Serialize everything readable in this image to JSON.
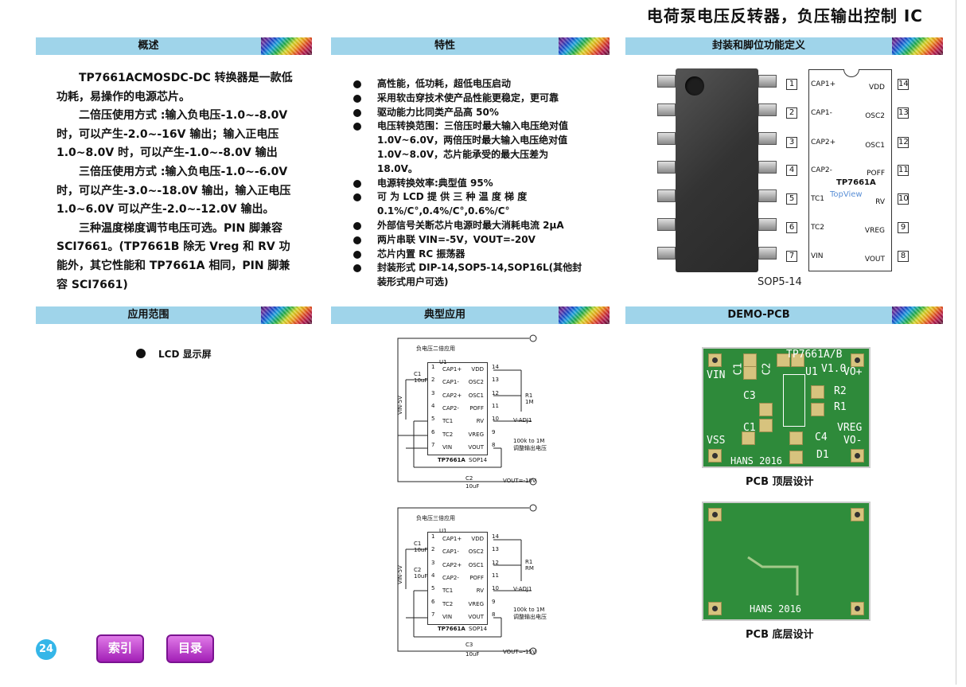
{
  "page": {
    "title": "电荷泵电压反转器，负压输出控制 IC",
    "page_number": "24"
  },
  "sections": {
    "overview": "概述",
    "features": "特性",
    "package": "封装和脚位功能定义",
    "application": "应用范围",
    "typical": "典型应用",
    "demo": "DEMO-PCB"
  },
  "overview": [
    "TP7661ACMOSDC-DC 转换器是一款低功耗，易操作的电源芯片。",
    "二倍压使用方式 :输入负电压-1.0~-8.0V 时，可以产生-2.0~-16V 输出；输入正电压 1.0~8.0V 时，可以产生-1.0~-8.0V 输出",
    "三倍压使用方式 :输入负电压-1.0~-6.0V 时，可以产生-3.0~-18.0V 输出，输入正电压 1.0~6.0V 可以产生-2.0~-12.0V 输出。",
    "三种温度梯度调节电压可选。PIN 脚兼容 SCI7661。(TP7661B 除无 Vreg 和 RV 功能外，其它性能和 TP7661A 相同，PIN 脚兼容 SCI7661)"
  ],
  "features": [
    "高性能，低功耗，超低电压启动",
    "采用软击穿技术使产品性能更稳定，更可靠",
    "驱动能力比同类产品高 50%",
    "电压转换范围：三倍压时最大输入电压绝对值 1.0V~6.0V，两倍压时最大输入电压绝对值 1.0V~8.0V，芯片能承受的最大压差为 18.0V。",
    "电源转换效率:典型值 95%",
    "可 为 LCD 提 供 三 种 温 度 梯 度 0.1%/C°,0.4%/C°,0.6%/C°",
    "外部信号关断芯片电源时最大消耗电流 2μA",
    "两片串联 VIN=-5V，VOUT=-20V",
    "芯片内置 RC 振荡器",
    "封装形式 DIP-14,SOP5-14,SOP16L(其他封装形式用户可选)"
  ],
  "pinout": {
    "chip_name": "TP7661A",
    "view": "TopView",
    "package": "SOP5-14",
    "left": [
      {
        "num": "1",
        "name": "CAP1+"
      },
      {
        "num": "2",
        "name": "CAP1-"
      },
      {
        "num": "3",
        "name": "CAP2+"
      },
      {
        "num": "4",
        "name": "CAP2-"
      },
      {
        "num": "5",
        "name": "TC1"
      },
      {
        "num": "6",
        "name": "TC2"
      },
      {
        "num": "7",
        "name": "VIN"
      }
    ],
    "right": [
      {
        "num": "14",
        "name": "VDD"
      },
      {
        "num": "13",
        "name": "OSC2"
      },
      {
        "num": "12",
        "name": "OSC1"
      },
      {
        "num": "11",
        "name": "POFF"
      },
      {
        "num": "10",
        "name": "RV"
      },
      {
        "num": "9",
        "name": "VREG"
      },
      {
        "num": "8",
        "name": "VOUT"
      }
    ]
  },
  "application": {
    "item": "LCD 显示屏"
  },
  "schematic1": {
    "title": "负电压二倍应用",
    "u": "U1",
    "vin": "VIN-5V",
    "chip": "TP7661A",
    "pkg": "SOP14",
    "c1": "C1",
    "c1v": "10uF",
    "c2": "C2",
    "c2v": "10uF",
    "r1": "R1",
    "r1v": "1M",
    "vadj": "V-ADJ1",
    "rnote": "100k to 1M",
    "rnote2": "调整输出电压",
    "vout": "VOUT=-10V",
    "left": [
      "CAP1+",
      "CAP1-",
      "CAP2+",
      "CAP2-",
      "TC1",
      "TC2",
      "VIN"
    ],
    "right": [
      "VDD",
      "OSC2",
      "OSC1",
      "POFF",
      "RV",
      "VREG",
      "VOUT"
    ],
    "lnum": [
      "1",
      "2",
      "3",
      "4",
      "5",
      "6",
      "7"
    ],
    "rnum": [
      "14",
      "13",
      "12",
      "11",
      "10",
      "9",
      "8"
    ]
  },
  "schematic2": {
    "title": "负电压三倍应用",
    "u": "U1",
    "vin": "VIN-5V",
    "chip": "TP7661A",
    "pkg": "SOP14",
    "c1": "C1",
    "c1v": "10uF",
    "c2": "C2",
    "c2v": "10uF",
    "c3": "C3",
    "c3v": "10uF",
    "r1": "R1",
    "r1v": "RM",
    "vadj": "V-ADJ1",
    "rnote": "100k to 1M",
    "rnote2": "调整输出电压",
    "vout": "VOUT=-15V",
    "left": [
      "CAP1+",
      "CAP1-",
      "CAP2+",
      "CAP2-",
      "TC1",
      "TC2",
      "VIN"
    ],
    "right": [
      "VDD",
      "OSC2",
      "OSC1",
      "POFF",
      "RV",
      "VREG",
      "VOUT"
    ],
    "lnum": [
      "1",
      "2",
      "3",
      "4",
      "5",
      "6",
      "7"
    ],
    "rnum": [
      "14",
      "13",
      "12",
      "11",
      "10",
      "9",
      "8"
    ]
  },
  "pcb_top": {
    "title": "TP7661A/B",
    "ver": "V1.0",
    "vin": "VIN",
    "vo_plus": "VO+",
    "vss": "VSS",
    "vo_minus": "VO-",
    "vreg": "VREG",
    "u1": "U1",
    "c1a": "C1",
    "c2": "C2",
    "c3": "C3",
    "c1b": "C1",
    "c4": "C4",
    "r1": "R1",
    "r2": "R2",
    "d1": "D1",
    "brand": "HANS 2016",
    "caption": "PCB 顶层设计"
  },
  "pcb_bottom": {
    "brand": "HANS 2016",
    "caption": "PCB 底层设计"
  },
  "nav": {
    "index": "索引",
    "toc": "目录"
  }
}
